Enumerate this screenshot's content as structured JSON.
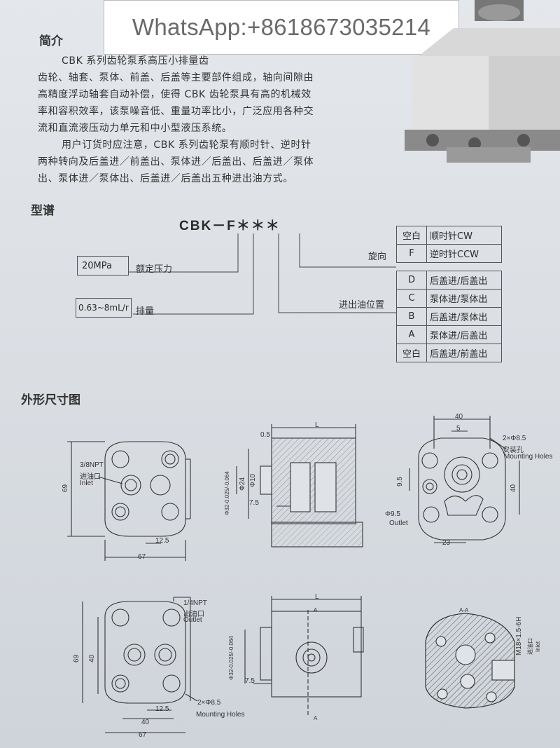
{
  "watermark": "WhatsApp:+8618673035214",
  "sections": {
    "intro_title": "简介",
    "model_title": "型谱",
    "dimension_title": "外形尺寸图"
  },
  "intro_lines": [
    "CBK 系列齿轮泵系高压小排量齿",
    "齿轮、轴套、泵体、前盖、后盖等主要部件组成，轴向间隙由",
    "高精度浮动轴套自动补偿，使得 CBK 齿轮泵具有高的机械效",
    "率和容积效率，该泵噪音低、重量功率比小，广泛应用各种交",
    "流和直流液压动力单元和中小型液压系统。",
    "用户订货时应注意，CBK 系列齿轮泵有顺时针、逆时针",
    "两种转向及后盖进／前盖出、泵体进／后盖出、后盖进／泵体",
    "出、泵体进／泵体出、后盖进／后盖出五种进出油方式。"
  ],
  "model": {
    "code": "CBK－F＊＊＊",
    "pressure_value": "20MPa",
    "pressure_label": "额定压力",
    "displacement_value": "0.63~8mL/r",
    "displacement_label": "排量",
    "rotation_label": "旋向",
    "port_label": "进出油位置",
    "rotation_options": [
      {
        "key": "空白",
        "desc": "顺时针CW"
      },
      {
        "key": "F",
        "desc": "逆时针CCW"
      }
    ],
    "port_options": [
      {
        "key": "D",
        "desc": "后盖进/后盖出"
      },
      {
        "key": "C",
        "desc": "泵体进/泵体出"
      },
      {
        "key": "B",
        "desc": "后盖进/泵体出"
      },
      {
        "key": "A",
        "desc": "泵体进/后盖出"
      },
      {
        "key": "空白",
        "desc": "后盖进/前盖出"
      }
    ]
  },
  "drawing_labels": {
    "d1_inlet": "3/8NPT",
    "d1_inlet_cn": "进油口",
    "d1_inlet_en": "Inlet",
    "d1_h69": "69",
    "d1_w12": "12.5",
    "d1_w67": "67",
    "d2_L": "L",
    "d2_05": "0.5",
    "d2_phi32": "Φ32-0.025/-0.064",
    "d2_phi24": "Φ24",
    "d2_phi10": "Φ10",
    "d2_75": "7.5",
    "d3_40": "40",
    "d3_5": "5",
    "d3_holes": "2×Φ8.5",
    "d3_holes_cn": "安装孔",
    "d3_holes_en": "Mounting Holes",
    "d3_95": "9.5",
    "d3_h40": "40",
    "d3_outlet_phi": "Φ9.5",
    "d3_outlet": "Outlet",
    "d3_23": "23",
    "d4_outlet": "1/4NPT",
    "d4_outlet_cn": "出油口",
    "d4_outlet_en": "Outlet",
    "d4_69": "69",
    "d4_40": "40",
    "d4_12": "12.5",
    "d4_w40": "40",
    "d4_67": "67",
    "d4_holes": "2×Φ8.5",
    "d4_holes_en": "Mounting Holes",
    "d5_L": "L",
    "d5_A": "A",
    "d5_phi32": "Φ32-0.025/-0.064",
    "d5_75": "7.5",
    "d6_AA": "A-A",
    "d6_thread": "M18×1.5-6H",
    "d6_inlet_cn": "进油口",
    "d6_inlet_en": "Inlet"
  }
}
